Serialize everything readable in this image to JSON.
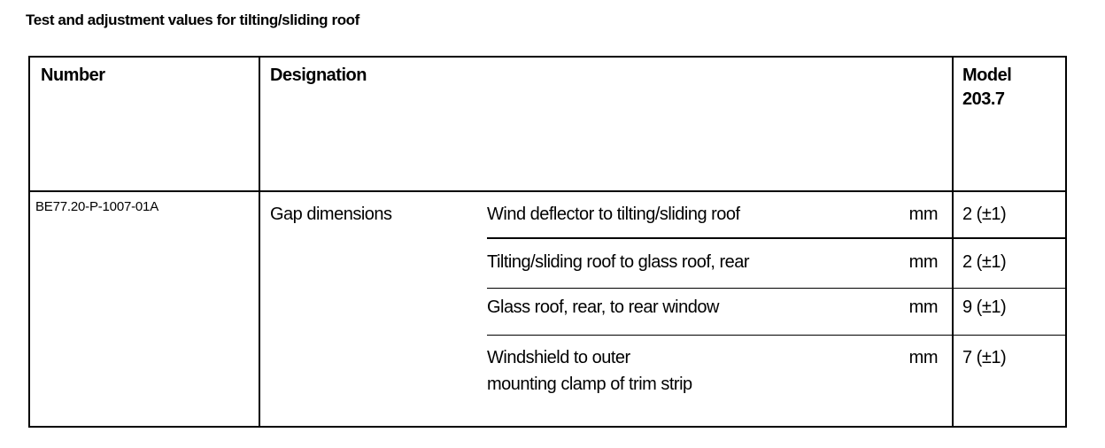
{
  "page": {
    "title": "Test and adjustment values for tilting/sliding roof"
  },
  "table": {
    "headers": {
      "number": "Number",
      "designation": "Designation",
      "model": "Model\n203.7"
    },
    "row": {
      "number": "BE77.20-P-1007-01A",
      "designation_group": "Gap dimensions",
      "items": [
        {
          "designation": "Wind deflector to tilting/sliding roof",
          "unit": "mm",
          "value": "2 (±1)"
        },
        {
          "designation": "Tilting/sliding roof to glass roof, rear",
          "unit": "mm",
          "value": "2 (±1)"
        },
        {
          "designation": "Glass roof, rear, to rear window",
          "unit": "mm",
          "value": "9 (±1)"
        },
        {
          "designation": "Windshield to outer\nmounting clamp of trim strip",
          "unit": "mm",
          "value": "7 (±1)"
        }
      ]
    }
  }
}
